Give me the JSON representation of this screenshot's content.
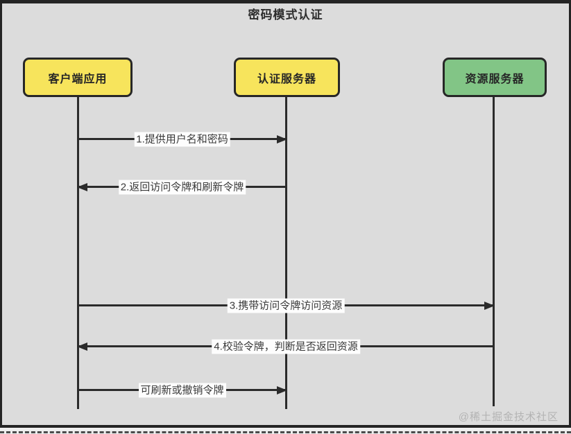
{
  "frame": {
    "title": "密码模式认证",
    "watermark": "@稀土掘金技术社区"
  },
  "actors": [
    {
      "label": "客户端应用",
      "color": "#f7e45c"
    },
    {
      "label": "认证服务器",
      "color": "#f7e45c"
    },
    {
      "label": "资源服务器",
      "color": "#82c586"
    }
  ],
  "messages": [
    {
      "label": "1.提供用户名和密码",
      "from": "客户端应用",
      "to": "认证服务器",
      "direction": "right"
    },
    {
      "label": "2.返回访问令牌和刷新令牌",
      "from": "认证服务器",
      "to": "客户端应用",
      "direction": "left"
    },
    {
      "label": "3.携带访问令牌访问资源",
      "from": "客户端应用",
      "to": "资源服务器",
      "direction": "right"
    },
    {
      "label": "4.校验令牌，判断是否返回资源",
      "from": "资源服务器",
      "to": "客户端应用",
      "direction": "left"
    },
    {
      "label": "可刷新或撤销令牌",
      "from": "客户端应用",
      "to": "认证服务器",
      "direction": "right"
    }
  ],
  "colors": {
    "background": "#dcdcdc",
    "line": "#2b2b2b",
    "border": "#242424",
    "actor_yellow": "#f7e45c",
    "actor_green": "#82c586",
    "label_background": "#fdfdfd",
    "watermark": "#b3b3b3"
  }
}
